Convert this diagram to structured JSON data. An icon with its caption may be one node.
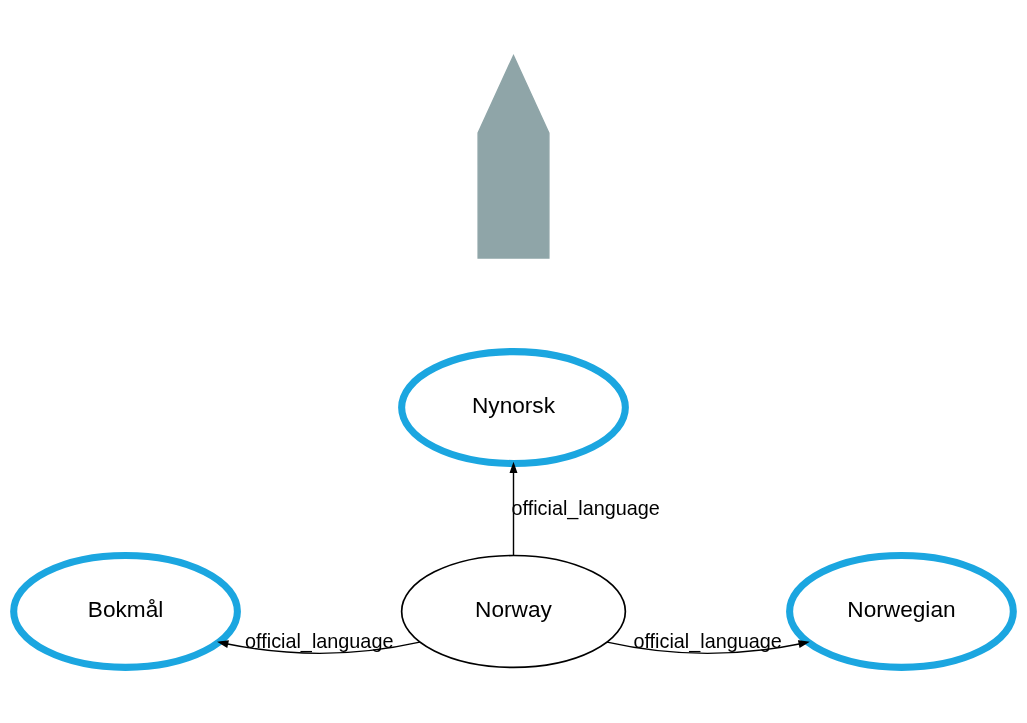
{
  "diagram": {
    "nodes": [
      {
        "text": [],
        "shape": "arrow"
      },
      {
        "text": [
          "Nynorsk"
        ]
      },
      {
        "text": [
          "Bokmål"
        ]
      },
      {
        "text": [
          "Norway"
        ]
      },
      {
        "text": [
          "Norwegian"
        ]
      }
    ],
    "edges": [
      {
        "from": 3,
        "to": 1,
        "arrow": "to",
        "label": "official_language"
      },
      {
        "from": 3,
        "to": 2,
        "arrow": "to",
        "label": "official_language"
      },
      {
        "from": 3,
        "to": 4,
        "arrow": "to",
        "label": "official_language"
      }
    ]
  }
}
